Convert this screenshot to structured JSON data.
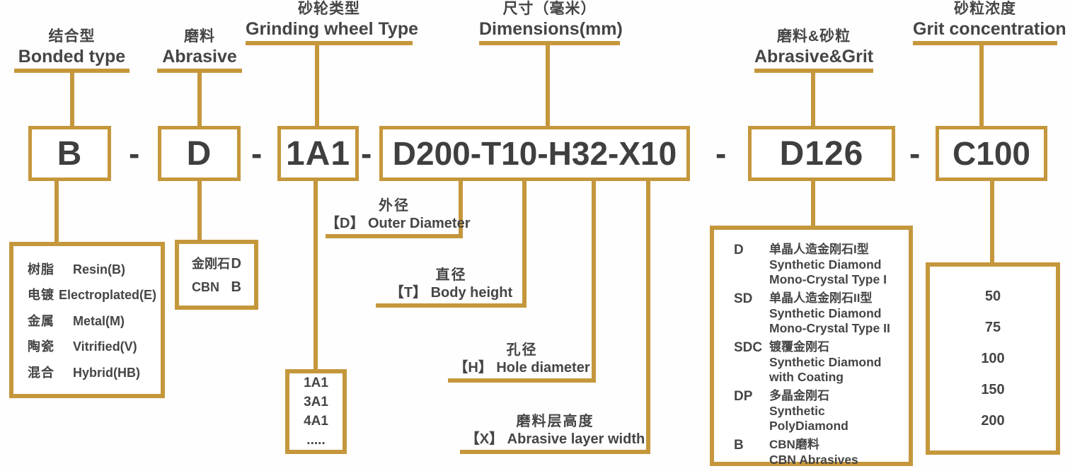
{
  "colors": {
    "accent": "#c5973c",
    "text": "#454545"
  },
  "separator": "-",
  "segments": {
    "bonded": {
      "zh": "结合型",
      "en": "Bonded type",
      "code": "B"
    },
    "abrasive": {
      "zh": "磨料",
      "en": "Abrasive",
      "code": "D"
    },
    "wheel_type": {
      "zh": "砂轮类型",
      "en": "Grinding wheel Type",
      "code": "1A1"
    },
    "dimensions": {
      "zh": "尺寸（毫米）",
      "en": "Dimensions(mm)",
      "code": "D200-T10-H32-X10"
    },
    "abrasive_grit": {
      "zh": "磨料&砂粒",
      "en": "Abrasive&Grit",
      "code": "D126"
    },
    "grit_concentration": {
      "zh": "砂粒浓度",
      "en": "Grit concentration",
      "code": "C100"
    }
  },
  "bonded_options": [
    {
      "zh": "树脂",
      "en": "Resin(B)"
    },
    {
      "zh": "电镀",
      "en": "Electroplated(E)"
    },
    {
      "zh": "金属",
      "en": "Metal(M)"
    },
    {
      "zh": "陶瓷",
      "en": "Vitrified(V)"
    },
    {
      "zh": "混合",
      "en": "Hybrid(HB)"
    }
  ],
  "abrasive_options": [
    {
      "zh": "金刚石",
      "code": "D"
    },
    {
      "zh": "CBN",
      "code": "B"
    }
  ],
  "wheel_type_options": [
    "1A1",
    "3A1",
    "4A1",
    "....."
  ],
  "dimension_callouts": [
    {
      "zh": "外径",
      "en": "【D】 Outer Diameter"
    },
    {
      "zh": "直径",
      "en": "【T】 Body height"
    },
    {
      "zh": "孔径",
      "en": "【H】 Hole diameter"
    },
    {
      "zh": "磨料层高度",
      "en": "【X】 Abrasive layer width"
    }
  ],
  "abrasive_grit_options": [
    {
      "code": "D",
      "zh": "单晶人造金刚石I型",
      "en1": "Synthetic Diamond",
      "en2": "Mono-Crystal Type I"
    },
    {
      "code": "SD",
      "zh": "单晶人造金刚石II型",
      "en1": "Synthetic Diamond",
      "en2": "Mono-Crystal Type II"
    },
    {
      "code": "SDC",
      "zh": "镀覆金刚石",
      "en1": "Synthetic Diamond",
      "en2": "with Coating"
    },
    {
      "code": "DP",
      "zh": "多晶金刚石",
      "en1": "Synthetic PolyDiamond"
    },
    {
      "code": "B",
      "zh": "CBN磨料",
      "en1": "CBN Abrasives"
    }
  ],
  "grit_concentration_options": [
    "50",
    "75",
    "100",
    "150",
    "200"
  ]
}
